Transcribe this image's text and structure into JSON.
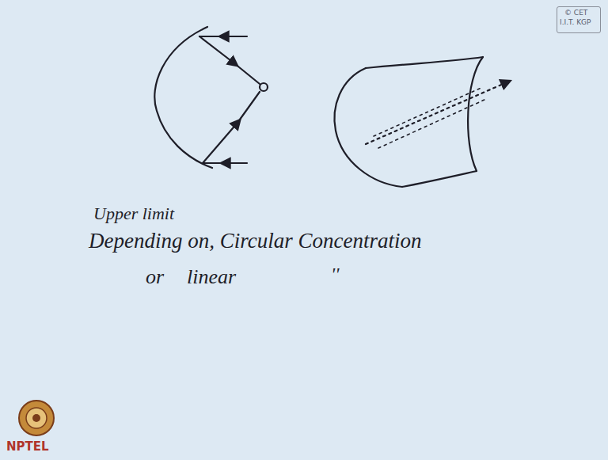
{
  "diagram": {
    "labels": [
      "© CET",
      "I.I.T. KGP",
      "Upper limit",
      "Depending on, Circular Concentration",
      "or",
      "linear",
      "''",
      "NPTEL"
    ]
  }
}
